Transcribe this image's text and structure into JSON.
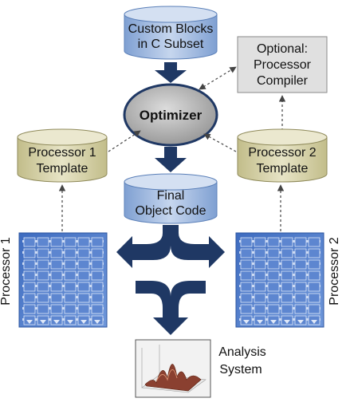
{
  "nodes": {
    "custom_blocks": {
      "line1": "Custom Blocks",
      "line2": "in C Subset"
    },
    "optimizer": {
      "label": "Optimizer"
    },
    "processor_compiler": {
      "line1": "Optional:",
      "line2": "Processor",
      "line3": "Compiler"
    },
    "processor1_template": {
      "line1": "Processor 1",
      "line2": "Template"
    },
    "processor2_template": {
      "line1": "Processor 2",
      "line2": "Template"
    },
    "final_object_code": {
      "line1": "Final",
      "line2": "Object Code"
    },
    "processor1_grid": {
      "label": "Processor 1"
    },
    "processor2_grid": {
      "label": "Processor 2"
    },
    "analysis_system": {
      "line1": "Analysis",
      "line2": "System"
    }
  },
  "colors": {
    "cylinder_blue": "#9db9e0",
    "cylinder_olive": "#d6d2a8",
    "optimizer_gray": "#b7b7b7",
    "arrow_navy": "#1f3864",
    "grid_blue": "#4a78c8",
    "compiler_gray": "#e0e0e0"
  }
}
